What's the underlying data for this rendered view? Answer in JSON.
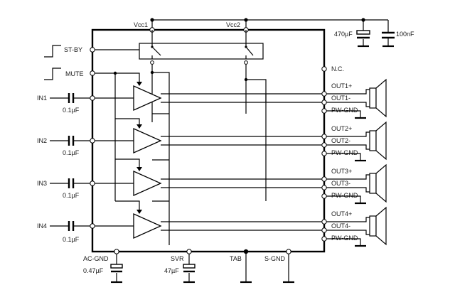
{
  "supply": {
    "vcc1": "Vcc1",
    "vcc2": "Vcc2",
    "cap_470": "470µF",
    "cap_100n": "100nF"
  },
  "controls": {
    "standby": "ST-BY",
    "mute": "MUTE",
    "nc": "N.C."
  },
  "inputs": [
    {
      "label": "IN1",
      "cap": "0.1µF"
    },
    {
      "label": "IN2",
      "cap": "0.1µF"
    },
    {
      "label": "IN3",
      "cap": "0.1µF"
    },
    {
      "label": "IN4",
      "cap": "0.1µF"
    }
  ],
  "outputs": [
    {
      "plus": "OUT1+",
      "minus": "OUT1-",
      "gnd": "PW-GND"
    },
    {
      "plus": "OUT2+",
      "minus": "OUT2-",
      "gnd": "PW-GND"
    },
    {
      "plus": "OUT3+",
      "minus": "OUT3-",
      "gnd": "PW-GND"
    },
    {
      "plus": "OUT4+",
      "minus": "OUT4-",
      "gnd": "PW-GND"
    }
  ],
  "bottom": {
    "ac_gnd": "AC-GND",
    "ac_gnd_cap": "0.47µF",
    "svr": "SVR",
    "svr_cap": "47µF",
    "tab": "TAB",
    "s_gnd": "S-GND"
  }
}
